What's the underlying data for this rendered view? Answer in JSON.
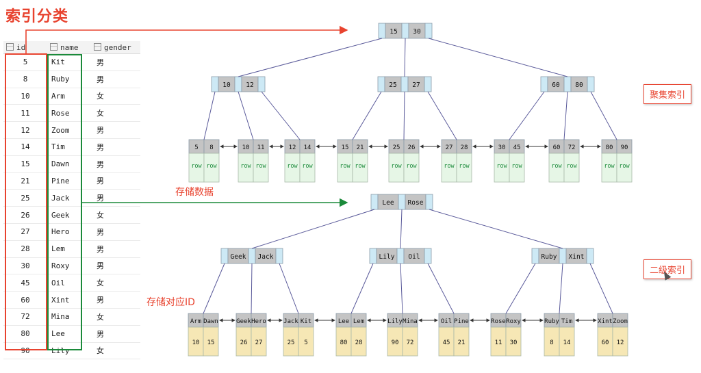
{
  "title": "索引分类",
  "table": {
    "headers": [
      "id",
      "name",
      "gender"
    ],
    "rows": [
      [
        "5",
        "Kit",
        "男"
      ],
      [
        "8",
        "Ruby",
        "男"
      ],
      [
        "10",
        "Arm",
        "女"
      ],
      [
        "11",
        "Rose",
        "女"
      ],
      [
        "12",
        "Zoom",
        "男"
      ],
      [
        "14",
        "Tim",
        "男"
      ],
      [
        "15",
        "Dawn",
        "男"
      ],
      [
        "21",
        "Pine",
        "男"
      ],
      [
        "25",
        "Jack",
        "男"
      ],
      [
        "26",
        "Geek",
        "女"
      ],
      [
        "27",
        "Hero",
        "男"
      ],
      [
        "28",
        "Lem",
        "男"
      ],
      [
        "30",
        "Roxy",
        "男"
      ],
      [
        "45",
        "Oil",
        "女"
      ],
      [
        "60",
        "Xint",
        "男"
      ],
      [
        "72",
        "Mina",
        "女"
      ],
      [
        "80",
        "Lee",
        "男"
      ],
      [
        "90",
        "Lily",
        "女"
      ]
    ]
  },
  "clustered": {
    "root": [
      "15",
      "30"
    ],
    "inner": [
      [
        "10",
        "12"
      ],
      [
        "25",
        "27"
      ],
      [
        "60",
        "80"
      ]
    ],
    "leaves": [
      [
        "5",
        "8"
      ],
      [
        "10",
        "11"
      ],
      [
        "12",
        "14"
      ],
      [
        "15",
        "21"
      ],
      [
        "25",
        "26"
      ],
      [
        "27",
        "28"
      ],
      [
        "30",
        "45"
      ],
      [
        "60",
        "72"
      ],
      [
        "80",
        "90"
      ]
    ],
    "row_text": "row",
    "data_label": "存储数据",
    "badge": "聚集索引"
  },
  "secondary": {
    "root": [
      "Lee",
      "Rose"
    ],
    "inner": [
      [
        "Geek",
        "Jack"
      ],
      [
        "Lily",
        "Oil"
      ],
      [
        "Ruby",
        "Xint"
      ]
    ],
    "leaves": [
      {
        "keys": [
          "Arm",
          "Dawn"
        ],
        "ids": [
          "10",
          "15"
        ]
      },
      {
        "keys": [
          "Geek",
          "Hero"
        ],
        "ids": [
          "26",
          "27"
        ]
      },
      {
        "keys": [
          "Jack",
          "Kit"
        ],
        "ids": [
          "25",
          "5"
        ]
      },
      {
        "keys": [
          "Lee",
          "Lem"
        ],
        "ids": [
          "80",
          "28"
        ]
      },
      {
        "keys": [
          "Lily",
          "Mina"
        ],
        "ids": [
          "90",
          "72"
        ]
      },
      {
        "keys": [
          "Oil",
          "Pine"
        ],
        "ids": [
          "45",
          "21"
        ]
      },
      {
        "keys": [
          "Rose",
          "Roxy"
        ],
        "ids": [
          "11",
          "30"
        ]
      },
      {
        "keys": [
          "Ruby",
          "Tim"
        ],
        "ids": [
          "8",
          "14"
        ]
      },
      {
        "keys": [
          "Xint",
          "Zoom"
        ],
        "ids": [
          "60",
          "12"
        ]
      }
    ],
    "data_label": "存储对应ID",
    "badge": "二级索引"
  },
  "colors": {
    "accent_red": "#e8432f",
    "accent_green": "#1b8a3a",
    "key_gray": "#c4c4c4",
    "pointer_blue": "#cde9f5",
    "row_green": "#e6f6e6",
    "id_yellow": "#f6e7b5",
    "edge_purple": "#5a5a9a"
  }
}
